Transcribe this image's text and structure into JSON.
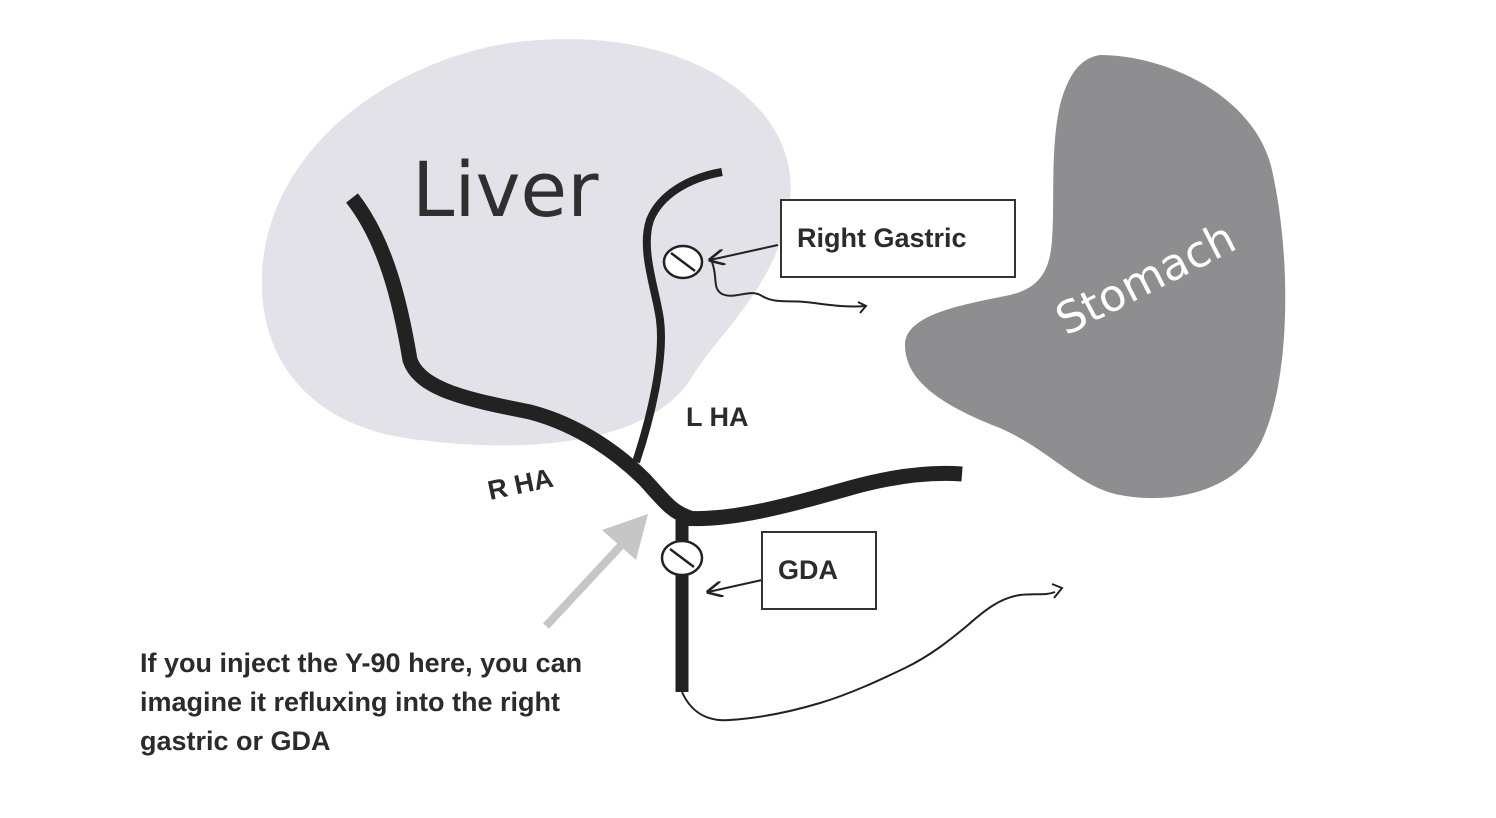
{
  "organs": {
    "liver": "Liver",
    "stomach": "Stomach"
  },
  "vessels": {
    "right_hepatic": "R HA",
    "left_hepatic": "L HA"
  },
  "callouts": {
    "right_gastric": "Right Gastric",
    "gda": "GDA"
  },
  "note": {
    "lines": [
      "If you inject the Y-90 here, you can",
      "imagine it refluxing into the right",
      "gastric or GDA"
    ]
  },
  "colors": {
    "liver_fill": "#e2e2e8",
    "stomach_fill": "#8e8e91",
    "vessel": "#222222",
    "injection_arrow": "#c6c6c6",
    "text": "#2b2b2b"
  }
}
